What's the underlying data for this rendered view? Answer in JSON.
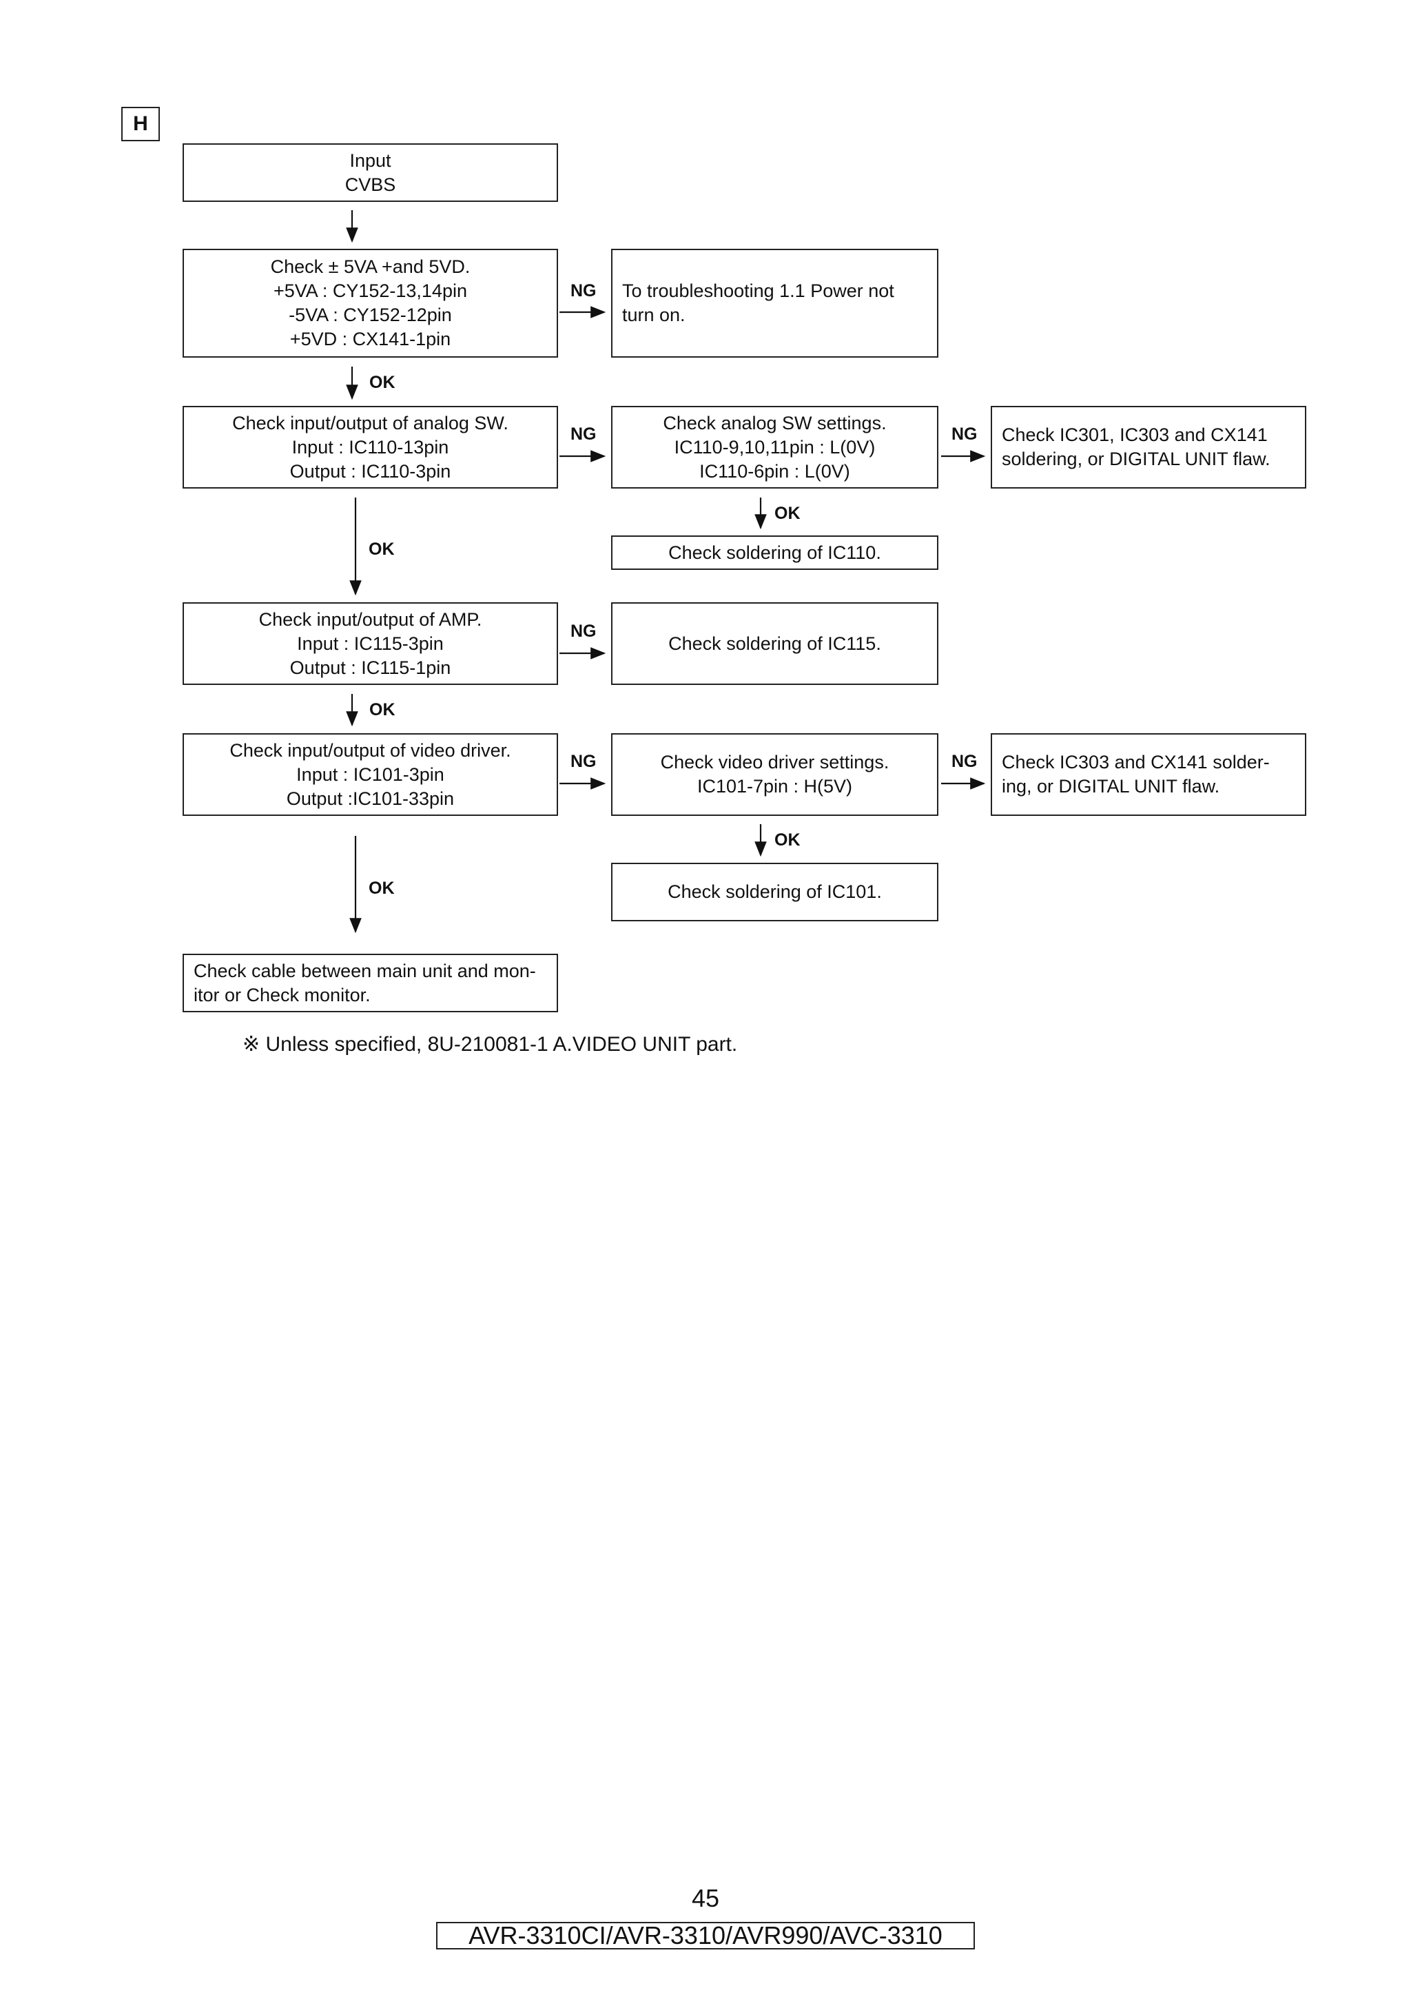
{
  "section_label": "H",
  "boxes": {
    "input": [
      "Input",
      "CVBS"
    ],
    "check_power": [
      "Check ± 5VA +and 5VD.",
      "+5VA : CY152-13,14pin",
      "-5VA : CY152-12pin",
      "+5VD : CX141-1pin"
    ],
    "power_ng": [
      "To troubleshooting 1.1 Power not",
      "turn on."
    ],
    "analog_sw": [
      "Check input/output of analog SW.",
      "Input : IC110-13pin",
      "Output : IC110-3pin"
    ],
    "analog_sw_settings": [
      "Check analog SW settings.",
      "IC110-9,10,11pin : L(0V)",
      "IC110-6pin : L(0V)"
    ],
    "analog_sw_ng": [
      "Check IC301, IC303 and CX141",
      "soldering, or DIGITAL UNIT flaw."
    ],
    "soldering_ic110": [
      "Check soldering of IC110."
    ],
    "amp": [
      "Check input/output of AMP.",
      "Input : IC115-3pin",
      "Output : IC115-1pin"
    ],
    "soldering_ic115": [
      "Check soldering of IC115."
    ],
    "video_driver": [
      "Check input/output of video driver.",
      "Input : IC101-3pin",
      "Output :IC101-33pin"
    ],
    "video_driver_settings": [
      "Check video driver settings.",
      "IC101-7pin : H(5V)"
    ],
    "video_driver_ng": [
      "Check IC303 and CX141 solder-",
      "ing, or DIGITAL UNIT flaw."
    ],
    "soldering_ic101": [
      "Check soldering of IC101."
    ],
    "cable": [
      "Check cable between main unit and mon-",
      "itor or Check monitor."
    ]
  },
  "labels": {
    "ok": "OK",
    "ng": "NG"
  },
  "note": "※  Unless specified, 8U-210081-1 A.VIDEO UNIT part.",
  "footer": {
    "page_number": "45",
    "model": "AVR-3310CI/AVR-3310/AVR990/AVC-3310"
  }
}
